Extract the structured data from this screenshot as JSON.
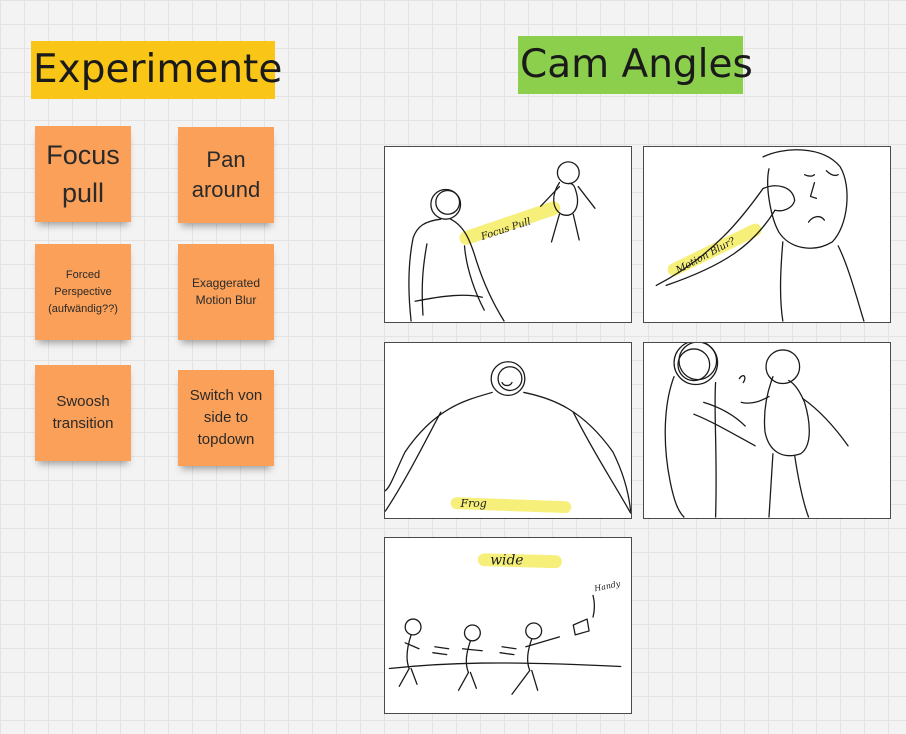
{
  "colors": {
    "canvas": "#f3f3f3",
    "grid": "#e3e3e3",
    "sticky_orange": "#fba058",
    "label_yellow": "#f9c517",
    "label_green": "#8ccf4d",
    "highlighter_yellow": "#f6ef7a",
    "ink": "#1a1a1a"
  },
  "experiments": {
    "title": "Experimente",
    "notes": [
      {
        "text": "Focus pull"
      },
      {
        "text": "Pan around"
      },
      {
        "text": "Forced Perspective (aufwändig??)"
      },
      {
        "text": "Exaggerated Motion Blur"
      },
      {
        "text": "Swoosh transition"
      },
      {
        "text": "Switch von side to topdown"
      }
    ]
  },
  "cam_angles": {
    "title": "Cam Angles",
    "frames": [
      {
        "annotation": "Focus Pull"
      },
      {
        "annotation": "Motion Blur?"
      },
      {
        "annotation": "Frog"
      },
      {
        "annotation": ""
      },
      {
        "annotation": "wide",
        "extra_annotation": "Handy"
      }
    ]
  }
}
